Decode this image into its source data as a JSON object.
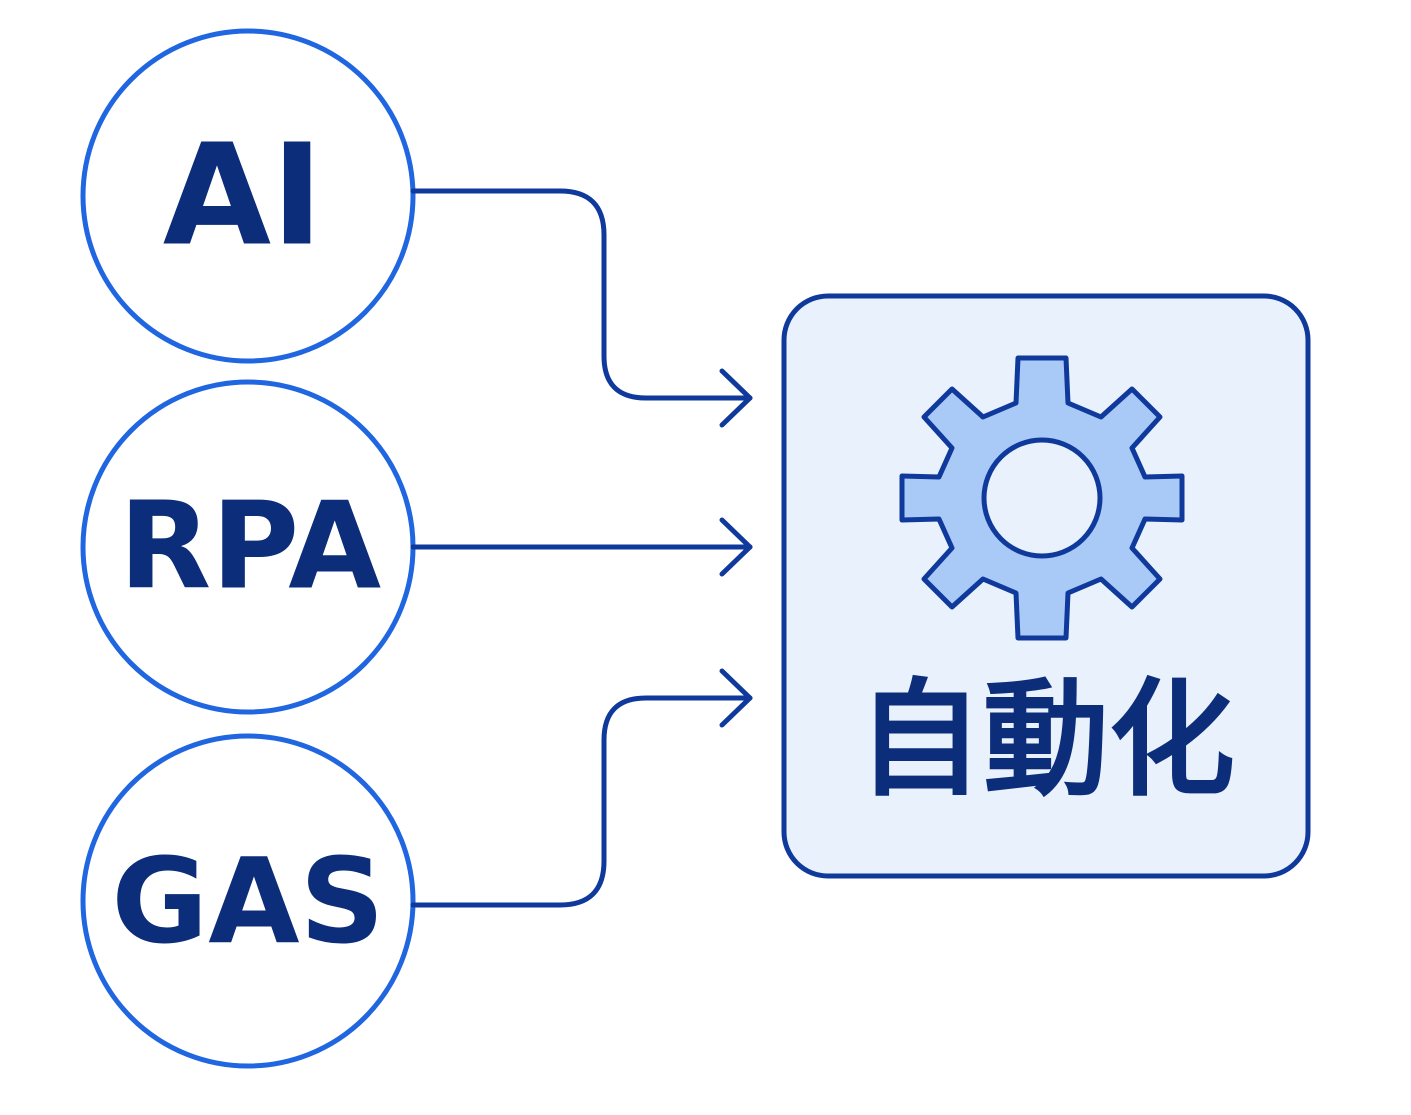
{
  "inputs": [
    {
      "label": "AI"
    },
    {
      "label": "RPA"
    },
    {
      "label": "GAS"
    }
  ],
  "output": {
    "label": "自動化",
    "icon": "gear-icon"
  },
  "colors": {
    "circle_stroke": "#1f66e0",
    "connector": "#0f3a9c",
    "text": "#0c2d7a",
    "box_fill": "#e9f1fc",
    "box_stroke": "#0f3a9c",
    "gear_fill": "#a9c9f7",
    "gear_stroke": "#0f3a9c"
  }
}
